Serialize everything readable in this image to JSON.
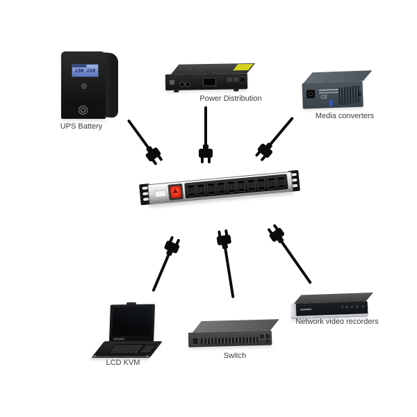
{
  "devices": [
    {
      "id": "ups-battery",
      "label": "UPS Battery",
      "lcd_reading": "230 220"
    },
    {
      "id": "power-distribution",
      "label": "Power Distribution"
    },
    {
      "id": "media-converters",
      "label": "Media converters",
      "marking": "CE"
    },
    {
      "id": "lcd-kvm",
      "label": "LCD KVM"
    },
    {
      "id": "switch",
      "label": "Switch"
    },
    {
      "id": "network-video-recorders",
      "label": "Network video recorders"
    }
  ],
  "pdu": {
    "id": "rack-pdu",
    "outlet_count": 10,
    "has_power_switch": true,
    "rack_ears": 2
  },
  "connections": [
    {
      "from": "ups-battery",
      "to": "rack-pdu",
      "via": "power-plug"
    },
    {
      "from": "power-distribution",
      "to": "rack-pdu",
      "via": "power-plug"
    },
    {
      "from": "media-converters",
      "to": "rack-pdu",
      "via": "power-plug"
    },
    {
      "from": "lcd-kvm",
      "to": "rack-pdu",
      "via": "power-plug"
    },
    {
      "from": "switch",
      "to": "rack-pdu",
      "via": "power-plug"
    },
    {
      "from": "network-video-recorders",
      "to": "rack-pdu",
      "via": "power-plug"
    }
  ],
  "colors": {
    "background": "#ffffff",
    "cable_black": "#0b0b0b",
    "label_text": "#3c3c3c",
    "pdu_body_silver": "#d2d2d2",
    "pdu_switch_red": "#ee3420",
    "ups_lcd_blue": "#7b92cf",
    "sticker_yellow": "#d4d41f",
    "nvr_silver": "#c9ced4",
    "media_converter_gray": "#49525a"
  }
}
